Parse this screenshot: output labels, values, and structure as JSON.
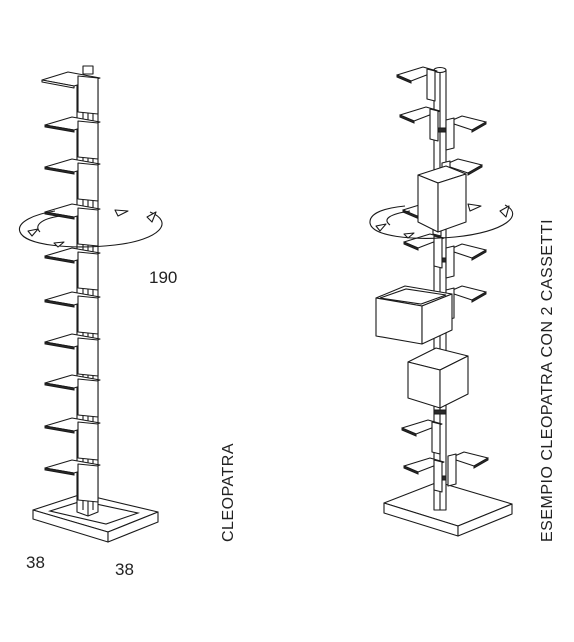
{
  "dimensions": {
    "height": "190",
    "width": "38",
    "depth": "38"
  },
  "labels": {
    "model": "CLEOPATRA",
    "example": "ESEMPIO CLEOPATRA CON 2 CASSETTI"
  }
}
